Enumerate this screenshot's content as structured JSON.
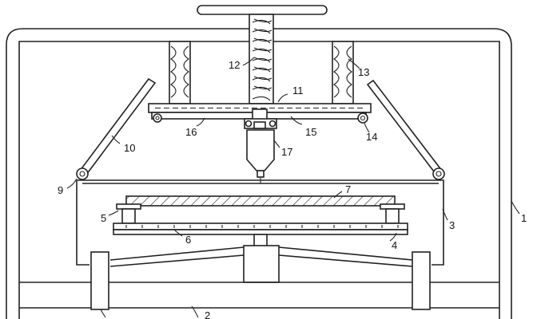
{
  "labels": {
    "l1": "1",
    "l2": "2",
    "l3": "3",
    "l4": "4",
    "l5": "5",
    "l6": "6",
    "l7": "7",
    "l9": "9",
    "l10": "10",
    "l11": "11",
    "l12": "12",
    "l13": "13",
    "l14": "14",
    "l15": "15",
    "l16": "16",
    "l17": "17"
  }
}
